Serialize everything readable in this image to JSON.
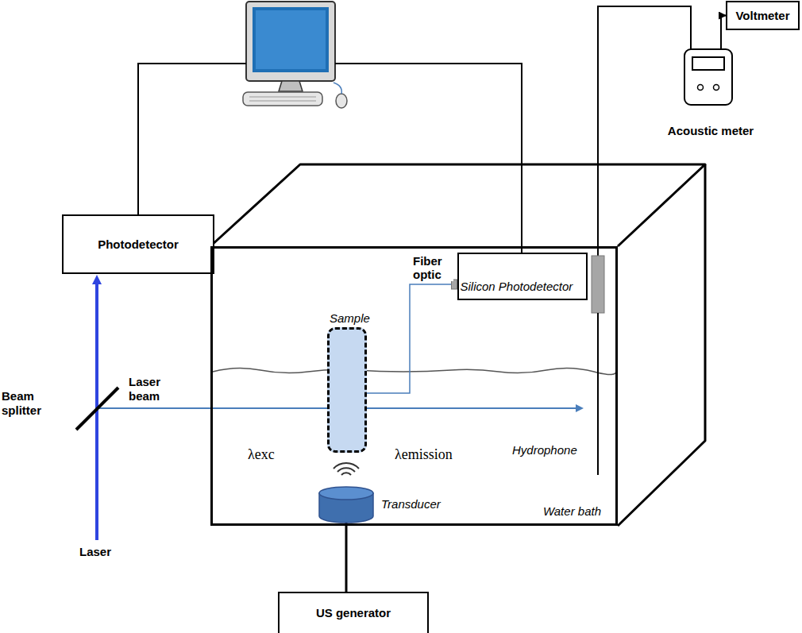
{
  "diagram": {
    "nodes": [
      {
        "text": [
          "Voltmeter"
        ]
      },
      {
        "text": [
          "Acoustic meter"
        ]
      },
      {
        "text": [
          "Photodetector"
        ]
      },
      {
        "text": [
          "Water bath"
        ]
      },
      {
        "text": [
          "Sample"
        ],
        "in": 3
      },
      {
        "text": [
          "Silicon Photodetector"
        ],
        "in": 3
      },
      {
        "text": [
          "Hydrophone"
        ],
        "in": 3
      },
      {
        "text": [
          "Transducer"
        ],
        "in": 3
      },
      {
        "text": [
          "US generator"
        ]
      }
    ],
    "edges": [
      {
        "from": 6,
        "to": 1,
        "arrow": "none"
      },
      {
        "from": 1,
        "to": 0,
        "arrow": "to"
      },
      {
        "from": 4,
        "to": 5,
        "label": "Fiber optic",
        "arrow": "none"
      },
      {
        "from": 7,
        "to": 8,
        "arrow": "none"
      }
    ],
    "labels": [
      "Laser",
      "Beam splitter",
      "Laser beam",
      "λexc",
      "λemission"
    ]
  }
}
